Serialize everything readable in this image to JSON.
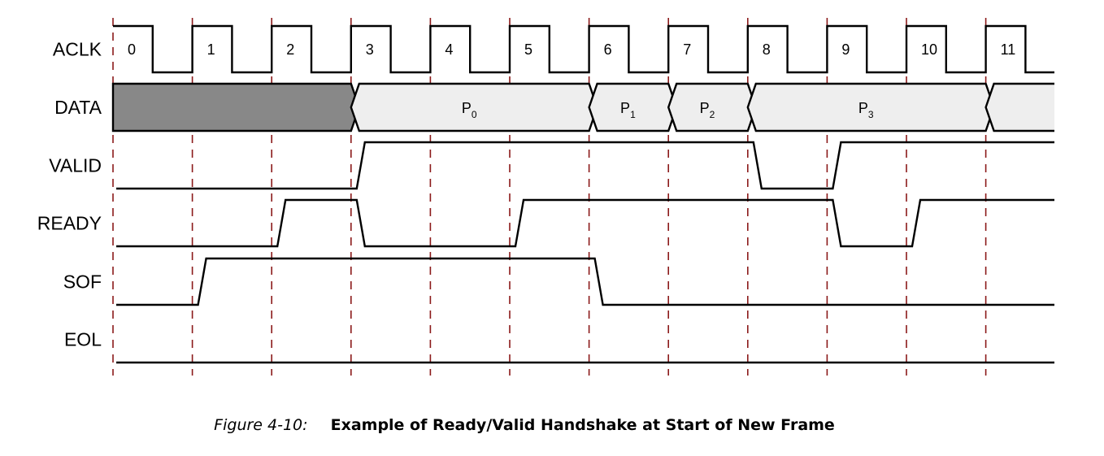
{
  "signals": [
    {
      "name": "ACLK",
      "kind": "clock"
    },
    {
      "name": "DATA",
      "kind": "bus"
    },
    {
      "name": "VALID",
      "kind": "level",
      "initial": 0,
      "edges": [
        3,
        8,
        9
      ]
    },
    {
      "name": "READY",
      "kind": "level",
      "initial": 0,
      "edges": [
        2,
        3,
        5,
        9,
        10
      ]
    },
    {
      "name": "SOF",
      "kind": "level",
      "initial": 0,
      "edges": [
        1,
        6
      ]
    },
    {
      "name": "EOL",
      "kind": "level",
      "initial": 0,
      "edges": []
    }
  ],
  "clock_cycles": [
    "0",
    "1",
    "2",
    "3",
    "4",
    "5",
    "6",
    "7",
    "8",
    "9",
    "10",
    "11"
  ],
  "data_bus": {
    "undefined_until_cycle": 3,
    "packets": [
      {
        "label": "P",
        "sub": "0",
        "start": 3,
        "end": 6
      },
      {
        "label": "P",
        "sub": "1",
        "start": 6,
        "end": 7
      },
      {
        "label": "P",
        "sub": "2",
        "start": 7,
        "end": 8
      },
      {
        "label": "P",
        "sub": "3",
        "start": 8,
        "end": 11
      },
      {
        "label": "",
        "sub": "",
        "start": 11,
        "end": 12
      }
    ]
  },
  "colors": {
    "line": "#000000",
    "grid": "#8b1a1a",
    "bus_fill": "#eeeeee",
    "undefined_fill": "#888888"
  },
  "caption": {
    "number": "Figure 4-10:",
    "title": "Example of Ready/Valid Handshake at Start of New Frame"
  }
}
